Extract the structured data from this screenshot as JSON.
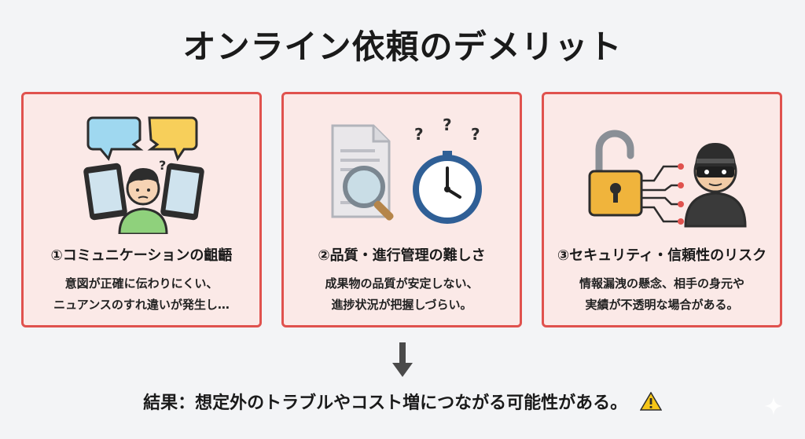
{
  "title": "オンライン依頼のデメリット",
  "cards": [
    {
      "title": "①コミュニケーションの齟齬",
      "desc_line1": "意図が正確に伝わりにくい、",
      "desc_line2": "ニュアンスのすれ違いが発生し…"
    },
    {
      "title": "②品質・進行管理の難しさ",
      "desc_line1": "成果物の品質が安定しない、",
      "desc_line2": "進捗状況が把握しづらい。"
    },
    {
      "title": "③セキュリティ・信頼性のリスク",
      "desc_line1": "情報漏洩の懸念、相手の身元や",
      "desc_line2": "実績が不透明な場合がある。"
    }
  ],
  "question_mark": "?",
  "result": "結果：想定外のトラブルやコスト増につながる可能性がある。",
  "colors": {
    "card_bg": "#fbe9e7",
    "card_border": "#e0524e",
    "bubble_blue": "#9fd8f0",
    "bubble_yellow": "#f7cf5a",
    "lock_gold": "#f0b43c",
    "clock_blue": "#2f5f96",
    "circuit_red": "#e0524e"
  }
}
